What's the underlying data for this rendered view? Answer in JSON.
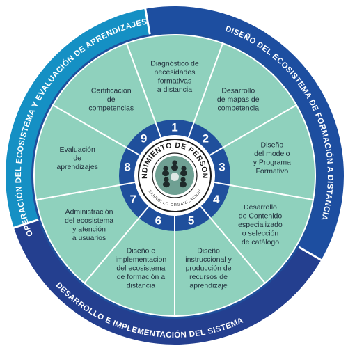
{
  "outer_bands": [
    {
      "id": "design",
      "label": "DISEÑO DEL ECOSISTEMA DE FORMACIÓN A DISTANCIA",
      "color": "#1d4ea0"
    },
    {
      "id": "development",
      "label": "DESARROLLO E IMPLEMENTACIÓN DEL SISTEMA",
      "color": "#243f8f"
    },
    {
      "id": "operation",
      "label": "OPERACIÓN DEL ECOSISTEMA Y EVALUACIÓN DE APRENDIZAJES",
      "color": "#1590c4"
    }
  ],
  "segments": [
    {
      "number": "1",
      "lines": [
        "Diagnóstico de",
        "necesidades",
        "formativas",
        "a distancia"
      ]
    },
    {
      "number": "2",
      "lines": [
        "Desarrollo",
        "de mapas de",
        "competencia"
      ]
    },
    {
      "number": "3",
      "lines": [
        "Diseño",
        "del modelo",
        "y Programa",
        "Formativo"
      ]
    },
    {
      "number": "4",
      "lines": [
        "Desarrollo",
        "de Contenido",
        "especializado",
        "o selección",
        "de catálogo"
      ]
    },
    {
      "number": "5",
      "lines": [
        "Diseño",
        "instruccional y",
        "producción de",
        "recursos de",
        "aprendizaje"
      ]
    },
    {
      "number": "6",
      "lines": [
        "Diseño e",
        "implementacion",
        "del ecosistema",
        "de formación a",
        "distancia"
      ]
    },
    {
      "number": "7",
      "lines": [
        "Administración",
        "del ecosistema",
        "y atención",
        "a usuarios"
      ]
    },
    {
      "number": "8",
      "lines": [
        "Evaluación",
        "de",
        "aprendizajes"
      ]
    },
    {
      "number": "9",
      "lines": [
        "Certificación",
        "de",
        "competencias"
      ]
    }
  ],
  "center_badge": {
    "title": "RENDIMIENTO DE PERSONAS",
    "subtitle": "DESARROLLO ORGANIZACIONAL",
    "logo_icon": "people-circle-icon"
  },
  "colors": {
    "segment_fill": "#8fd1bd",
    "segment_stroke": "#ffffff",
    "number_ring": "#1f4f9c",
    "number_ring_dark": "#183f80"
  }
}
